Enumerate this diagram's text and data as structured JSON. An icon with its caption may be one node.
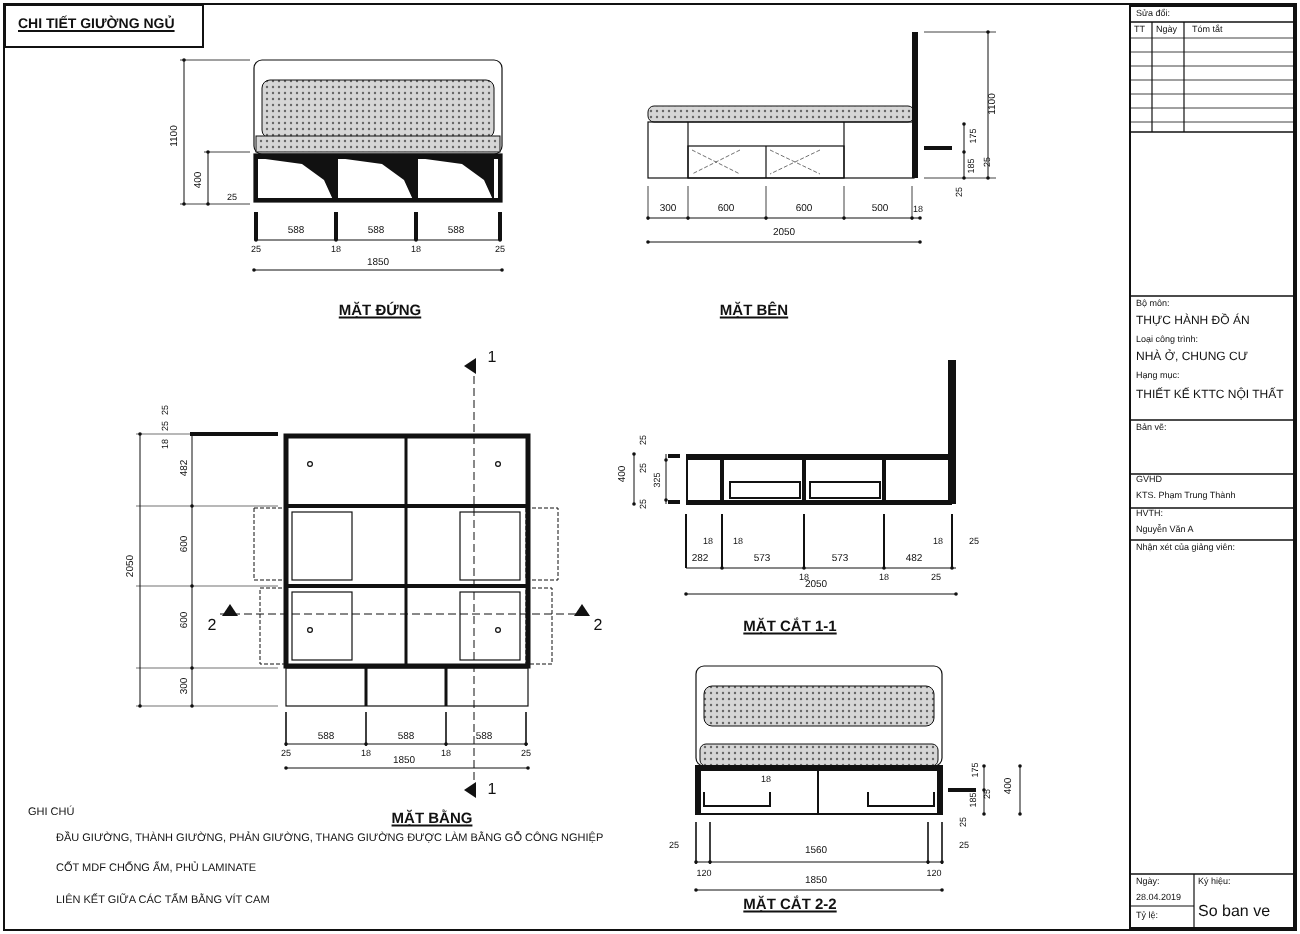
{
  "diagram": {
    "title": "CHI TIẾT GIƯỜNG NGỦ",
    "labels": [
      "MẶT ĐỨNG",
      "1100",
      "400",
      "25",
      "25",
      "588",
      "18",
      "588",
      "18",
      "588",
      "25",
      "1850",
      "MẶT BÊN",
      "300",
      "600",
      "600",
      "500",
      "18",
      "2050",
      "1100",
      "175",
      "25",
      "185",
      "25",
      "1",
      "25",
      "25",
      "18",
      "482",
      "2050",
      "600",
      "2",
      "600",
      "2",
      "300",
      "25",
      "588",
      "18",
      "588",
      "18",
      "588",
      "25",
      "1850",
      "1",
      "MẶT BẰNG",
      "25",
      "25",
      "400",
      "325",
      "25",
      "18",
      "18",
      "18",
      "25",
      "282",
      "573",
      "18",
      "573",
      "18",
      "482",
      "25",
      "2050",
      "MẶT CẮT 1-1",
      "175",
      "25",
      "400",
      "18",
      "185",
      "25",
      "25",
      "120",
      "1560",
      "120",
      "25",
      "1850",
      "MẶT CẮT 2-2",
      "GHI CHÚ",
      "ĐẦU GIƯỜNG, THÀNH GIƯỜNG, PHẢN GIƯỜNG, THANG GIƯỜNG ĐƯỢC LÀM BẰNG GỖ CÔNG NGHIỆP",
      "CỐT MDF CHỐNG ẨM, PHỦ LAMINATE",
      "LIÊN KẾT GIỮA CÁC TẤM BẰNG VÍT CAM",
      "Sửa đổi:",
      "TT",
      "Ngày",
      "Tóm tắt",
      "Bộ môn:",
      "THỰC HÀNH ĐỒ ÁN",
      "Loại công trình:",
      "NHÀ Ở, CHUNG CƯ",
      "Hạng mục:",
      "THIẾT KẾ KTTC NỘI THẤT",
      "Bản vẽ:",
      "GVHD",
      "KTS. Phạm Trung Thành",
      "HVTH:",
      "Nguyễn Văn A",
      "Nhận xét của giảng viên:",
      "Ngày:",
      "28.04.2019",
      "Tỷ lệ:",
      "Ký hiệu:",
      "So ban ve"
    ]
  }
}
